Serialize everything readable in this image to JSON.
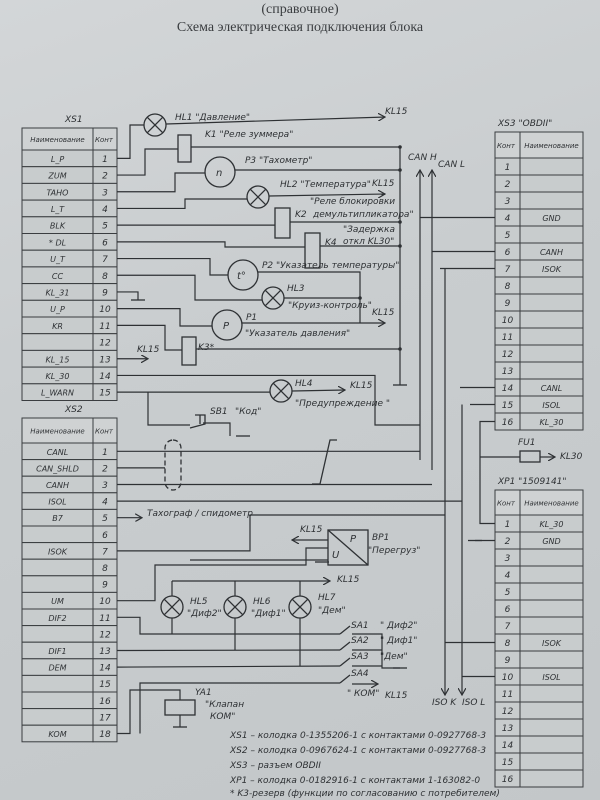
{
  "header": {
    "subtitle": "(справочное)",
    "title": "Схема электрическая подключения блока"
  },
  "columns": {
    "name": "Наименование",
    "contact": "Конт"
  },
  "xs1": {
    "label": "XS1",
    "rows": [
      {
        "n": "1",
        "name": "L_P"
      },
      {
        "n": "2",
        "name": "ZUM"
      },
      {
        "n": "3",
        "name": "TAHO"
      },
      {
        "n": "4",
        "name": "L_T"
      },
      {
        "n": "5",
        "name": "BLK"
      },
      {
        "n": "6",
        "name": "* DL"
      },
      {
        "n": "7",
        "name": "U_T"
      },
      {
        "n": "8",
        "name": "CC"
      },
      {
        "n": "9",
        "name": "KL_31"
      },
      {
        "n": "10",
        "name": "U_P"
      },
      {
        "n": "11",
        "name": "KR"
      },
      {
        "n": "12",
        "name": ""
      },
      {
        "n": "13",
        "name": "KL_15"
      },
      {
        "n": "14",
        "name": "KL_30"
      },
      {
        "n": "15",
        "name": "L_WARN"
      }
    ]
  },
  "xs2": {
    "label": "XS2",
    "rows": [
      {
        "n": "1",
        "name": "CANL"
      },
      {
        "n": "2",
        "name": "CAN_SHLD"
      },
      {
        "n": "3",
        "name": "CANH"
      },
      {
        "n": "4",
        "name": "ISOL"
      },
      {
        "n": "5",
        "name": "B7"
      },
      {
        "n": "6",
        "name": ""
      },
      {
        "n": "7",
        "name": "ISOK"
      },
      {
        "n": "8",
        "name": ""
      },
      {
        "n": "9",
        "name": ""
      },
      {
        "n": "10",
        "name": "UM"
      },
      {
        "n": "11",
        "name": "DIF2"
      },
      {
        "n": "12",
        "name": ""
      },
      {
        "n": "13",
        "name": "DIF1"
      },
      {
        "n": "14",
        "name": "DEM"
      },
      {
        "n": "15",
        "name": ""
      },
      {
        "n": "16",
        "name": ""
      },
      {
        "n": "17",
        "name": ""
      },
      {
        "n": "18",
        "name": "KOM"
      }
    ]
  },
  "xs3": {
    "label": "XS3  \"OBDII\"",
    "rows": [
      {
        "n": "1",
        "name": ""
      },
      {
        "n": "2",
        "name": ""
      },
      {
        "n": "3",
        "name": ""
      },
      {
        "n": "4",
        "name": "GND"
      },
      {
        "n": "5",
        "name": ""
      },
      {
        "n": "6",
        "name": "CANH"
      },
      {
        "n": "7",
        "name": "ISOK"
      },
      {
        "n": "8",
        "name": ""
      },
      {
        "n": "9",
        "name": ""
      },
      {
        "n": "10",
        "name": ""
      },
      {
        "n": "11",
        "name": ""
      },
      {
        "n": "12",
        "name": ""
      },
      {
        "n": "13",
        "name": ""
      },
      {
        "n": "14",
        "name": "CANL"
      },
      {
        "n": "15",
        "name": "ISOL"
      },
      {
        "n": "16",
        "name": "KL_30"
      }
    ]
  },
  "xp1": {
    "label": "XP1  \"1509141\"",
    "rows": [
      {
        "n": "1",
        "name": "KL_30"
      },
      {
        "n": "2",
        "name": "GND"
      },
      {
        "n": "3",
        "name": ""
      },
      {
        "n": "4",
        "name": ""
      },
      {
        "n": "5",
        "name": ""
      },
      {
        "n": "6",
        "name": ""
      },
      {
        "n": "7",
        "name": ""
      },
      {
        "n": "8",
        "name": "ISOK"
      },
      {
        "n": "9",
        "name": ""
      },
      {
        "n": "10",
        "name": "ISOL"
      },
      {
        "n": "11",
        "name": ""
      },
      {
        "n": "12",
        "name": ""
      },
      {
        "n": "13",
        "name": ""
      },
      {
        "n": "14",
        "name": ""
      },
      {
        "n": "15",
        "name": ""
      },
      {
        "n": "16",
        "name": ""
      }
    ]
  },
  "components": {
    "hl1": "HL1  \"Давление\"",
    "k1": "K1  \"Реле зуммера\"",
    "p3": "P3  \"Тахометр\"",
    "p3_sym": "n",
    "hl2": "HL2  \"Температура\"",
    "k2": "K2",
    "k2_desc1": "\"Реле блокировки",
    "k2_desc2": "демультипликатора\"",
    "k4": "K4",
    "k4_desc1": "\"Задержка",
    "k4_desc2": "откл KL30\"",
    "p2": "P2  \"Указатель температуры\"",
    "p2_sym": "t°",
    "hl3": "HL3",
    "hl3_desc": "\"Круиз-контроль\"",
    "p1": "P1",
    "p1_sym": "P",
    "p1_desc": "\"Указатель давления\"",
    "k3": "K3*",
    "hl4": "HL4",
    "hl4_desc": "\"Предупреждение \"",
    "sb1": "SB1",
    "sb1_desc": "\"Код\"",
    "can_h": "CAN H",
    "can_l": "CAN L",
    "tacho": "Тахограф / спидометр",
    "bp1": "BP1",
    "bp1_desc": "\"Перегруз\"",
    "bp1_p": "P",
    "bp1_u": "U",
    "hl5": "HL5",
    "hl5_desc": "\"Диф2\"",
    "hl6": "HL6",
    "hl6_desc": "\"Диф1\"",
    "hl7": "HL7",
    "hl7_desc": "\"Дем\"",
    "sa1": "SA1",
    "sa1_desc": "\" Диф2\"",
    "sa2": "SA2",
    "sa2_desc": "\" Диф1\"",
    "sa3": "SA3",
    "sa3_desc": "\"Дем\"",
    "sa4": "SA4",
    "sa4_desc": "\" КОМ\"",
    "ya1": "YA1",
    "ya1_desc1": "\"Клапан",
    "ya1_desc2": "КОМ\"",
    "fu1": "FU1",
    "iso_k": "ISO K",
    "iso_l": "ISO L",
    "kl15": "KL15",
    "kl30": "KL30"
  },
  "notes": [
    "XS1 – колодка 0-1355206-1 с контактами 0-0927768-3",
    "XS2 – колодка 0-0967624-1 с контактами 0-0927768-3",
    "XS3 – разъем OBDII",
    "XP1 – колодка 0-0182916-1 с контактами 1-163082-0",
    "* K3-резерв (функции по согласованию с потребителем)"
  ]
}
